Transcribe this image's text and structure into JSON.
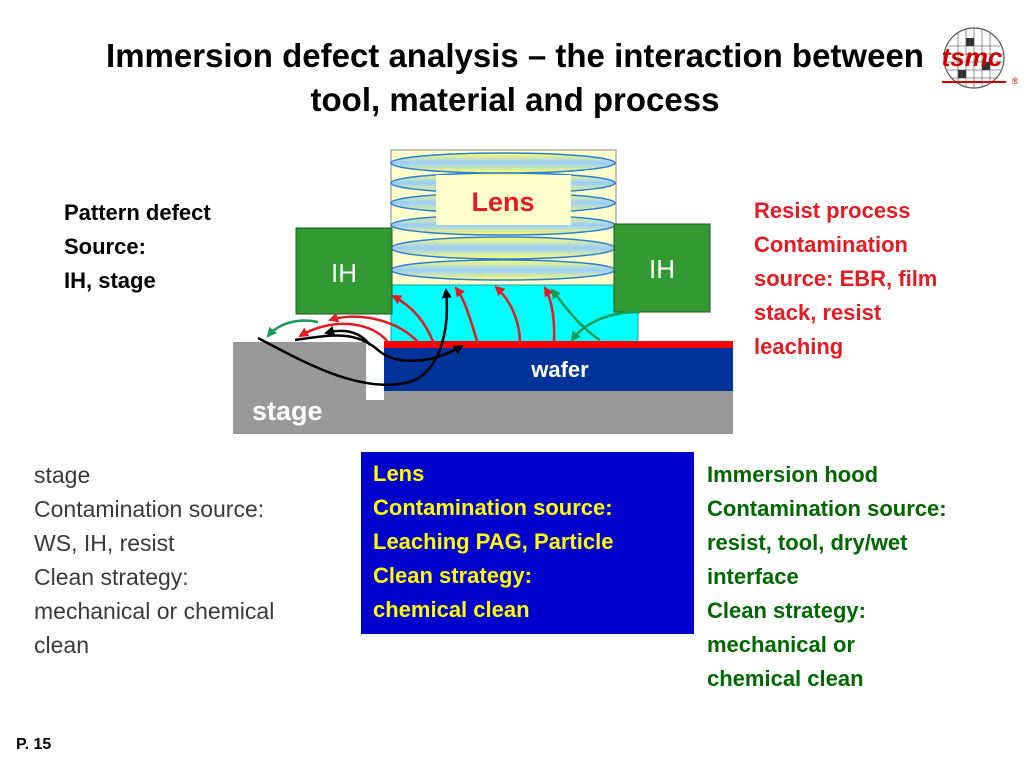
{
  "title": "Immersion defect analysis – the interaction between tool, material and process",
  "logo": {
    "text": "tsmc",
    "mark": "®"
  },
  "diagram": {
    "lens_label": "Lens",
    "ih_left_label": "IH",
    "ih_right_label": "IH",
    "wafer_label": "wafer",
    "stage_label": "stage"
  },
  "left_note": "Pattern defect\nSource:\nIH, stage",
  "right_note": "Resist process\nContamination\nsource: EBR, film\nstack, resist\nleaching",
  "stage_box": "stage\nContamination source:\nWS, IH, resist\nClean strategy:\nmechanical or chemical\nclean",
  "lens_box": "Lens\nContamination source:\nLeaching PAG, Particle\nClean strategy:\nchemical clean",
  "ih_box": "Immersion hood\nContamination source:\nresist, tool, dry/wet\ninterface\nClean strategy:\nmechanical or\nchemical clean",
  "page_number": "P. 15",
  "colors": {
    "red_text": "#e31b23",
    "green_text": "#006600",
    "lens_box_bg": "#0000cc",
    "lens_box_text": "#ffff00",
    "ih_box": "#339933",
    "water": "#00ffff",
    "wafer": "#003399",
    "stage": "#999999"
  }
}
